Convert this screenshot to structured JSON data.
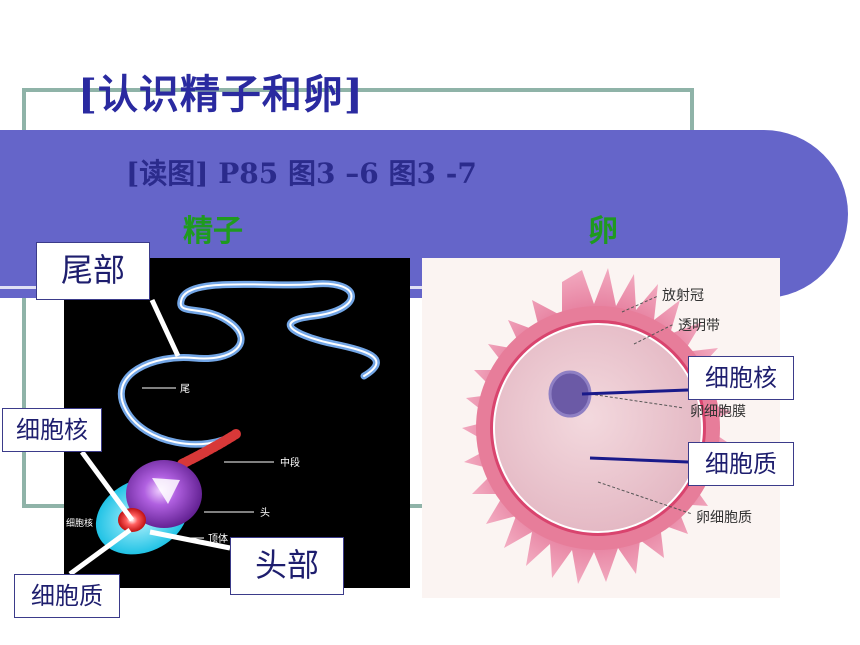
{
  "title": "[认识精子和卵]",
  "subtitle": "[读图]  P85 图3 –6    图3 -7",
  "labels": {
    "sperm": "精子",
    "egg": "卵"
  },
  "sperm_callouts": {
    "tail": "尾部",
    "nucleus": "细胞核",
    "head": "头部",
    "cytoplasm": "细胞质"
  },
  "sperm_small_labels": {
    "tail": "尾",
    "midpiece": "中段",
    "head": "头",
    "acrosome": "顶体",
    "nucleus": "细胞核"
  },
  "egg_callouts": {
    "nucleus": "细胞核",
    "cytoplasm": "细胞质"
  },
  "egg_small_labels": {
    "corona": "放射冠",
    "zona": "透明带",
    "membrane": "卵细胞膜",
    "cytoplasm": "卵细胞质"
  },
  "colors": {
    "band": "#6565c9",
    "title": "#2a2aa0",
    "green_label": "#1f9a1f",
    "frame": "#8fb3a8"
  }
}
